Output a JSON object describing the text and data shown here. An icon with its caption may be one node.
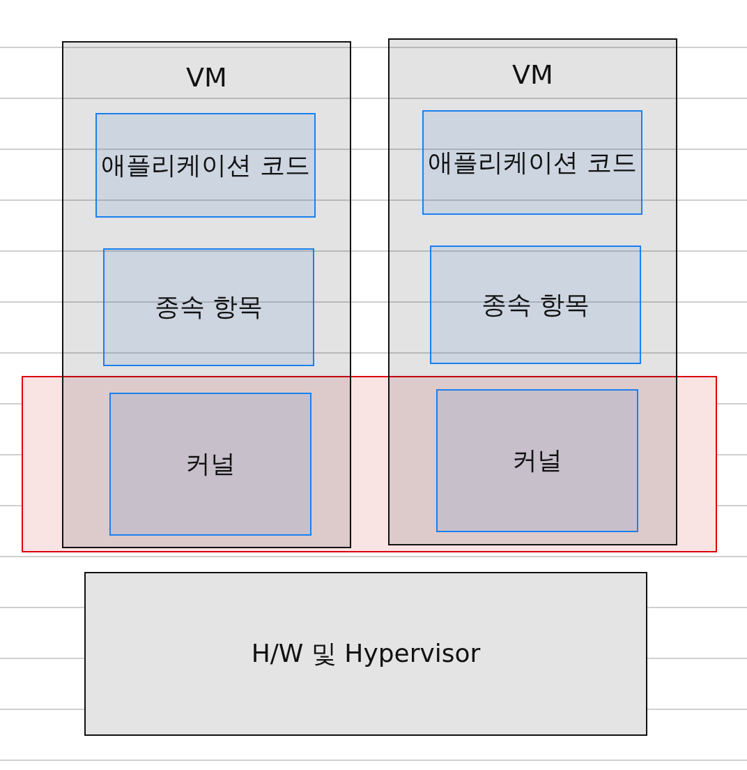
{
  "diagram": {
    "nodes": [
      {
        "text": [
          "VM"
        ]
      },
      {
        "text": [
          "애플리케이션 코드"
        ],
        "in": 0
      },
      {
        "text": [
          "종속 항목"
        ],
        "in": 0
      },
      {
        "text": [
          "커널"
        ],
        "in": 0
      },
      {
        "text": [
          "VM"
        ]
      },
      {
        "text": [
          "애플리케이션 코드"
        ],
        "in": 4
      },
      {
        "text": [
          "종속 항목"
        ],
        "in": 4
      },
      {
        "text": [
          "커널"
        ],
        "in": 4
      },
      {
        "text": [
          "H/W 및 Hypervisor"
        ]
      }
    ]
  }
}
